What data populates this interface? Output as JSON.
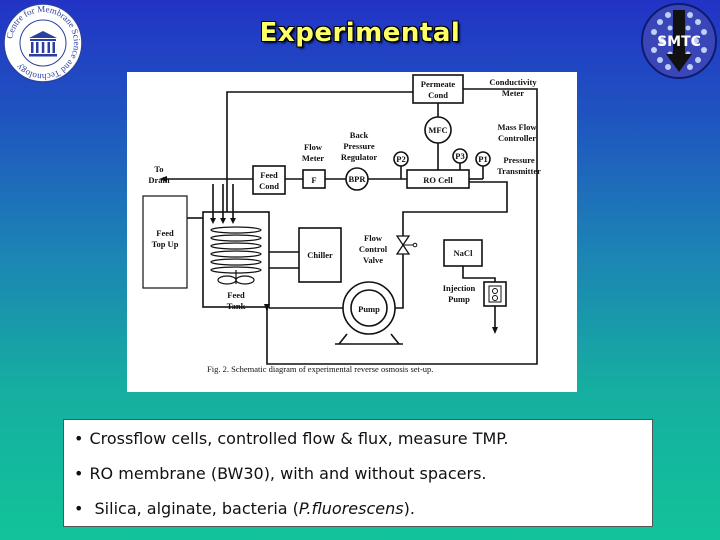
{
  "slide": {
    "title": "Experimental",
    "bullets": [
      {
        "text": "Crossflow cells, controlled flow & flux, measure TMP."
      },
      {
        "text": "RO membrane (BW30), with and without spacers."
      },
      {
        "text": " Silica, alginate, bacteria (",
        "italic": "P.fluorescens",
        "tail": ")."
      }
    ]
  },
  "logos": {
    "left_text": "Centre for Membrane Science and Technology",
    "left_center": "UNESCO",
    "right_text": "SMTC"
  },
  "diagram": {
    "labels": {
      "to_drain": [
        "To",
        "Drain"
      ],
      "feed_top_up": [
        "Feed",
        "Top Up"
      ],
      "feed_cond": [
        "Feed",
        "Cond"
      ],
      "flow_meter": [
        "Flow",
        "Meter"
      ],
      "f": "F",
      "back_pressure": [
        "Back",
        "Pressure",
        "Regulator"
      ],
      "bpr": "BPR",
      "p2": "P2",
      "p3": "P3",
      "p1": "P1",
      "permeate_cond": [
        "Permeate",
        "Cond"
      ],
      "conductivity_meter": [
        "Conductivity",
        "Meter"
      ],
      "mfc": "MFC",
      "mass_flow_controller": [
        "Mass Flow",
        "Controller"
      ],
      "pressure_transmitter": [
        "Pressure",
        "Transmitter"
      ],
      "ro_cell": "RO Cell",
      "chiller": "Chiller",
      "flow_control_valve": [
        "Flow",
        "Control",
        "Valve"
      ],
      "nacl": "NaCl",
      "injection_pump": [
        "Injection",
        "Pump"
      ],
      "feed_tank": [
        "Feed",
        "Tank"
      ],
      "pump": "Pump",
      "caption": "Fig. 2.  Schematic diagram of experimental reverse osmosis set-up."
    }
  },
  "colors": {
    "title": "#ffff66",
    "background_top": "#2233c6",
    "background_bottom": "#12c39a"
  }
}
